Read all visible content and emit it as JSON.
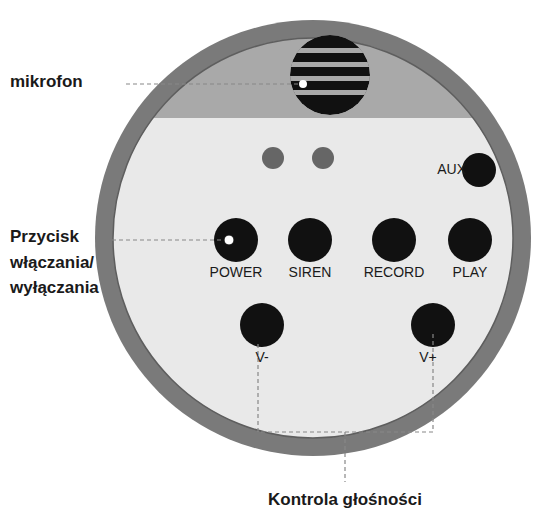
{
  "diagram": {
    "labels": [
      "mikrofon",
      "AUX",
      "Przycisk włączania/ wyłączania",
      "POWER",
      "SIREN",
      "RECORD",
      "PLAY",
      "V-",
      "V+",
      "Kontrola głośności"
    ]
  }
}
